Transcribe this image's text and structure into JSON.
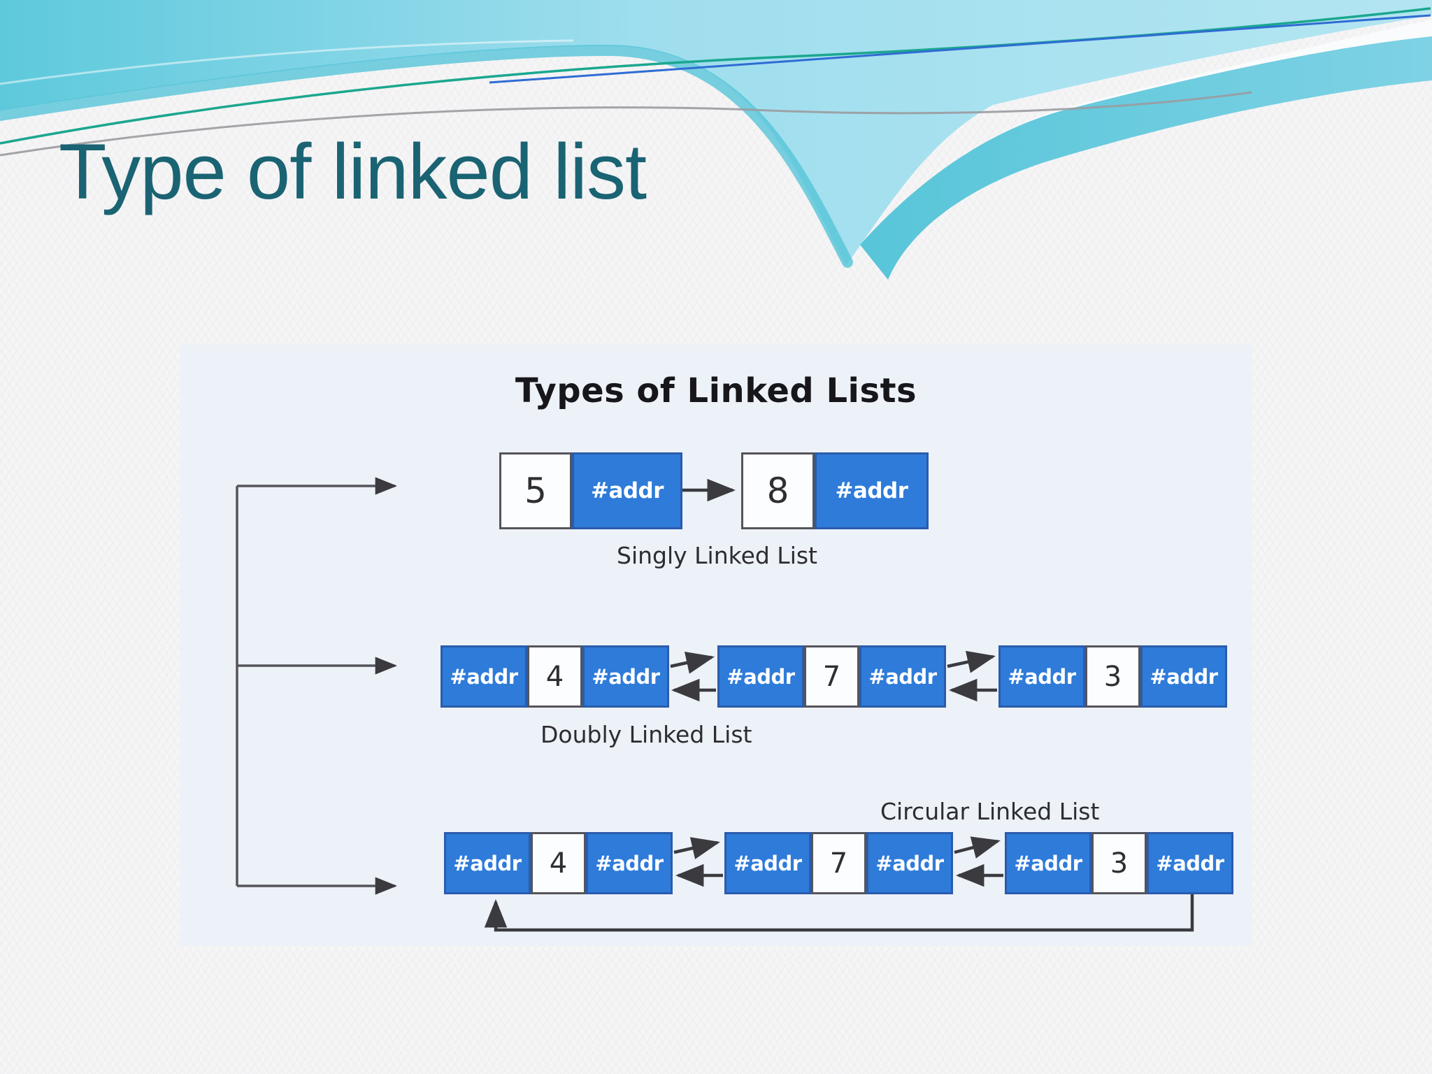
{
  "slide": {
    "title": "Type of linked list"
  },
  "diagram": {
    "title": "Types of Linked Lists",
    "pointer_label": "#addr",
    "singly": {
      "label": "Singly Linked List",
      "values": [
        "5",
        "8"
      ]
    },
    "doubly": {
      "label": "Doubly Linked List",
      "values": [
        "4",
        "7",
        "3"
      ]
    },
    "circular": {
      "label": "Circular Linked List",
      "values": [
        "4",
        "7",
        "3"
      ]
    }
  },
  "colors": {
    "slide_title": "#1a6373",
    "node_blue": "#2e7bd9",
    "node_blue_border": "#2a5cad",
    "cell_border_gray": "#54545a",
    "panel_background": "#edf1f8",
    "slide_background": "#f5f5f6",
    "wave_cyan_deep": "#5ec9dc",
    "wave_cyan_light": "#b3e5f1",
    "accent_line_green": "#1ba78f",
    "accent_line_blue": "#2f6cd3",
    "accent_line_gray": "#9b9ba0",
    "arrow_dark": "#3a3a3f"
  }
}
